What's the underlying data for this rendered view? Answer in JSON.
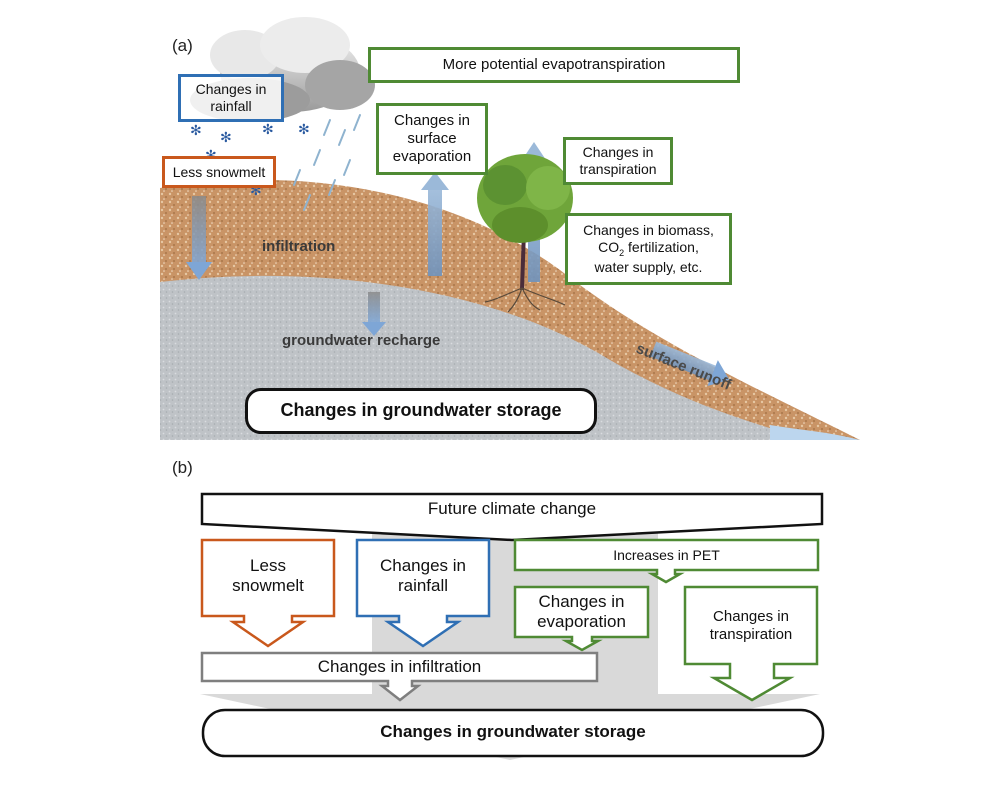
{
  "panel_a": {
    "label": "(a)",
    "more_pet": "More potential evapotranspiration",
    "rainfall": "Changes in rainfall",
    "snowmelt": "Less snowmelt",
    "surface_evap": "Changes in surface evaporation",
    "transpiration": "Changes in transpiration",
    "biomass_line1": "Changes in biomass,",
    "biomass_co2": "CO",
    "biomass_co2_sub": "2",
    "biomass_line2_rest": " fertilization,",
    "biomass_line3": "water supply,  etc.",
    "infiltration": "infiltration",
    "recharge": "groundwater recharge",
    "runoff": "surface runoff",
    "storage": "Changes in groundwater storage"
  },
  "panel_b": {
    "label": "(b)",
    "future": "Future climate change",
    "snowmelt_1": "Less",
    "snowmelt_2": "snowmelt",
    "rainfall_1": "Changes in",
    "rainfall_2": "rainfall",
    "pet": "Increases in PET",
    "evap_1": "Changes in",
    "evap_2": "evaporation",
    "transp_1": "Changes in",
    "transp_2": "transpiration",
    "infiltration": "Changes in infiltration",
    "storage": "Changes in groundwater storage"
  },
  "colors": {
    "green": "#4f8a34",
    "blue": "#2f6fb4",
    "orange": "#c9581c",
    "gray": "#7f7f7f",
    "black": "#111111"
  }
}
